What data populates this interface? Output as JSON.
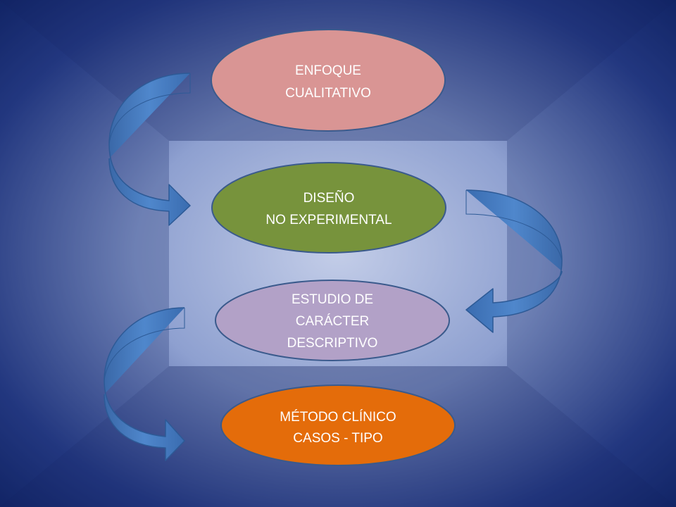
{
  "diagram": {
    "colors": {
      "node_1": "#d99594",
      "node_2": "#77933c",
      "node_3": "#b2a1c7",
      "node_4": "#e46c0a",
      "node_stroke": "#3a5a8c",
      "arrow_fill": "#4a7fc1"
    },
    "nodes": [
      {
        "id": "n1",
        "lines": [
          "ENFOQUE",
          "CUALITATIVO"
        ]
      },
      {
        "id": "n2",
        "lines": [
          "DISEÑO",
          "NO EXPERIMENTAL"
        ]
      },
      {
        "id": "n3",
        "lines": [
          "ESTUDIO DE",
          "CARÁCTER",
          "DESCRIPTIVO"
        ]
      },
      {
        "id": "n4",
        "lines": [
          "MÉTODO CLÍNICO",
          "CASOS - TIPO"
        ]
      }
    ]
  }
}
